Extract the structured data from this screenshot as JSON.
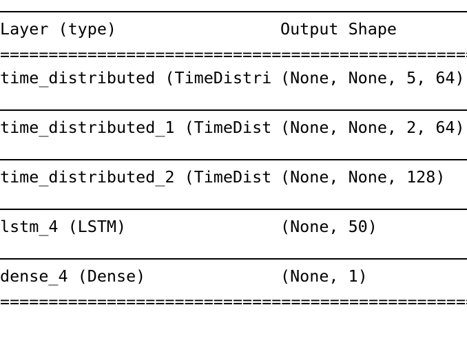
{
  "header": {
    "layer_col": "Layer (type)",
    "shape_col": "Output Shape"
  },
  "separator": "==================================================",
  "rows": [
    {
      "layer": "time_distributed (TimeDistri",
      "shape": "(None, None, 5, 64)"
    },
    {
      "layer": "time_distributed_1 (TimeDist",
      "shape": "(None, None, 2, 64)"
    },
    {
      "layer": "time_distributed_2 (TimeDist",
      "shape": "(None, None, 128)"
    },
    {
      "layer": "lstm_4 (LSTM)",
      "shape": "(None, 50)"
    },
    {
      "layer": "dense_4 (Dense)",
      "shape": "(None, 1)"
    }
  ]
}
